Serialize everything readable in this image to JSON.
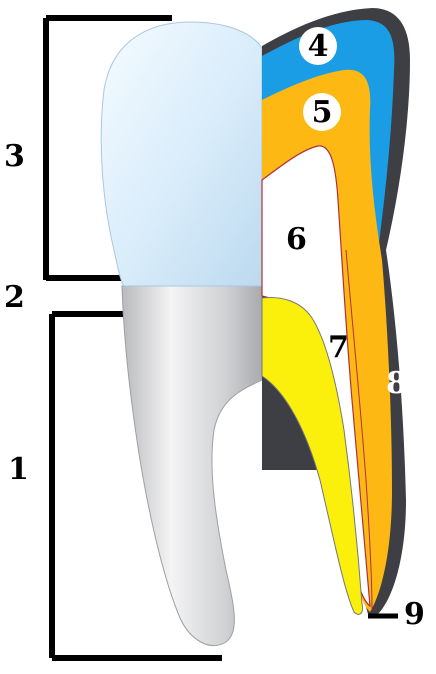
{
  "diagram": {
    "labels": {
      "l1": "1",
      "l2": "2",
      "l3": "3",
      "l4": "4",
      "l5": "5",
      "l6": "6",
      "l7": "7",
      "l8": "8",
      "l9": "9"
    },
    "colors": {
      "enamel_outer": "#3d3f44",
      "enamel_blue": "#1b9de6",
      "dentin_orange": "#fdb813",
      "cementum_yellow": "#fbef0c",
      "crown_light": "#d8ecfa",
      "root_grey": "#d4d5d8",
      "bracket": "#000000"
    }
  }
}
